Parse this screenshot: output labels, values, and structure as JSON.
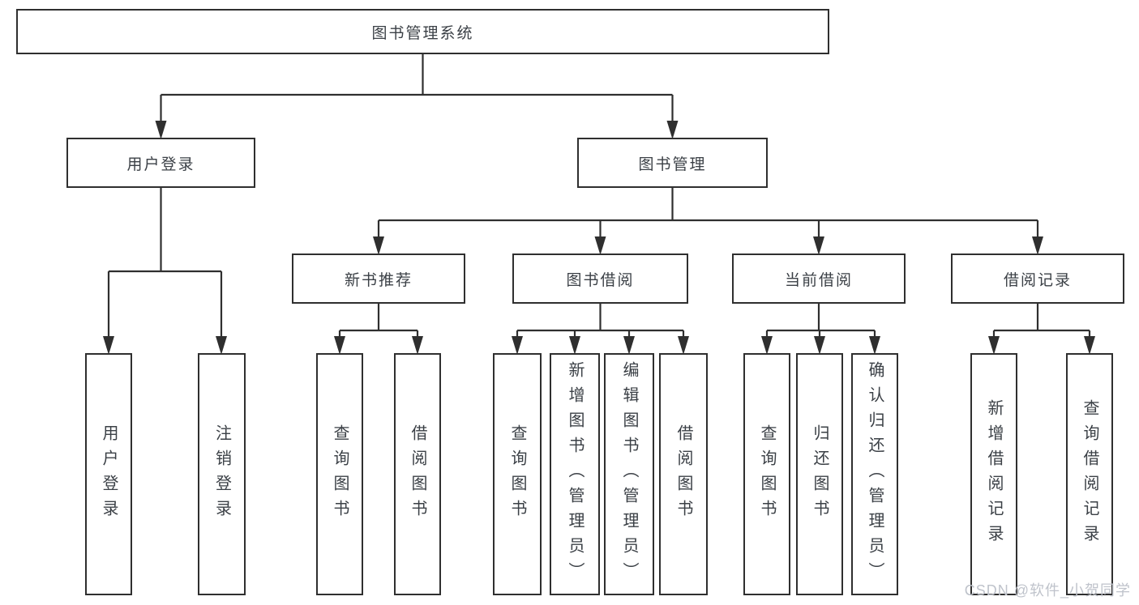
{
  "diagram": {
    "nodes": {
      "root": "图书管理系统",
      "user_login": "用户登录",
      "book_mgmt": "图书管理",
      "new_book_rec": "新书推荐",
      "book_borrow": "图书借阅",
      "current_borrow": "当前借阅",
      "borrow_record": "借阅记录",
      "user_login_children": [
        "用户登录",
        "注销登录"
      ],
      "new_book_rec_children": [
        "查询图书",
        "借阅图书"
      ],
      "book_borrow_children": [
        "查询图书",
        "新增图书（管理员）",
        "编辑图书（管理员）",
        "借阅图书"
      ],
      "current_borrow_children": [
        "查询图书",
        "归还图书",
        "确认归还（管理员）"
      ],
      "borrow_record_children": [
        "新增借阅记录",
        "查询借阅记录"
      ]
    },
    "hierarchy": {
      "图书管理系统": [
        "用户登录",
        "图书管理"
      ],
      "用户登录": [
        "用户登录",
        "注销登录"
      ],
      "图书管理": [
        "新书推荐",
        "图书借阅",
        "当前借阅",
        "借阅记录"
      ],
      "新书推荐": [
        "查询图书",
        "借阅图书"
      ],
      "图书借阅": [
        "查询图书",
        "新增图书（管理员）",
        "编辑图书（管理员）",
        "借阅图书"
      ],
      "当前借阅": [
        "查询图书",
        "归还图书",
        "确认归还（管理员）"
      ],
      "借阅记录": [
        "新增借阅记录",
        "查询借阅记录"
      ]
    }
  },
  "watermark": {
    "text": "CSDN @软件_小贺同学"
  },
  "colors": {
    "line": "#2f2f2f",
    "box_border": "#2f2f2f",
    "text": "#3b4046",
    "watermark": "#bfc3cb",
    "background": "#ffffff"
  }
}
